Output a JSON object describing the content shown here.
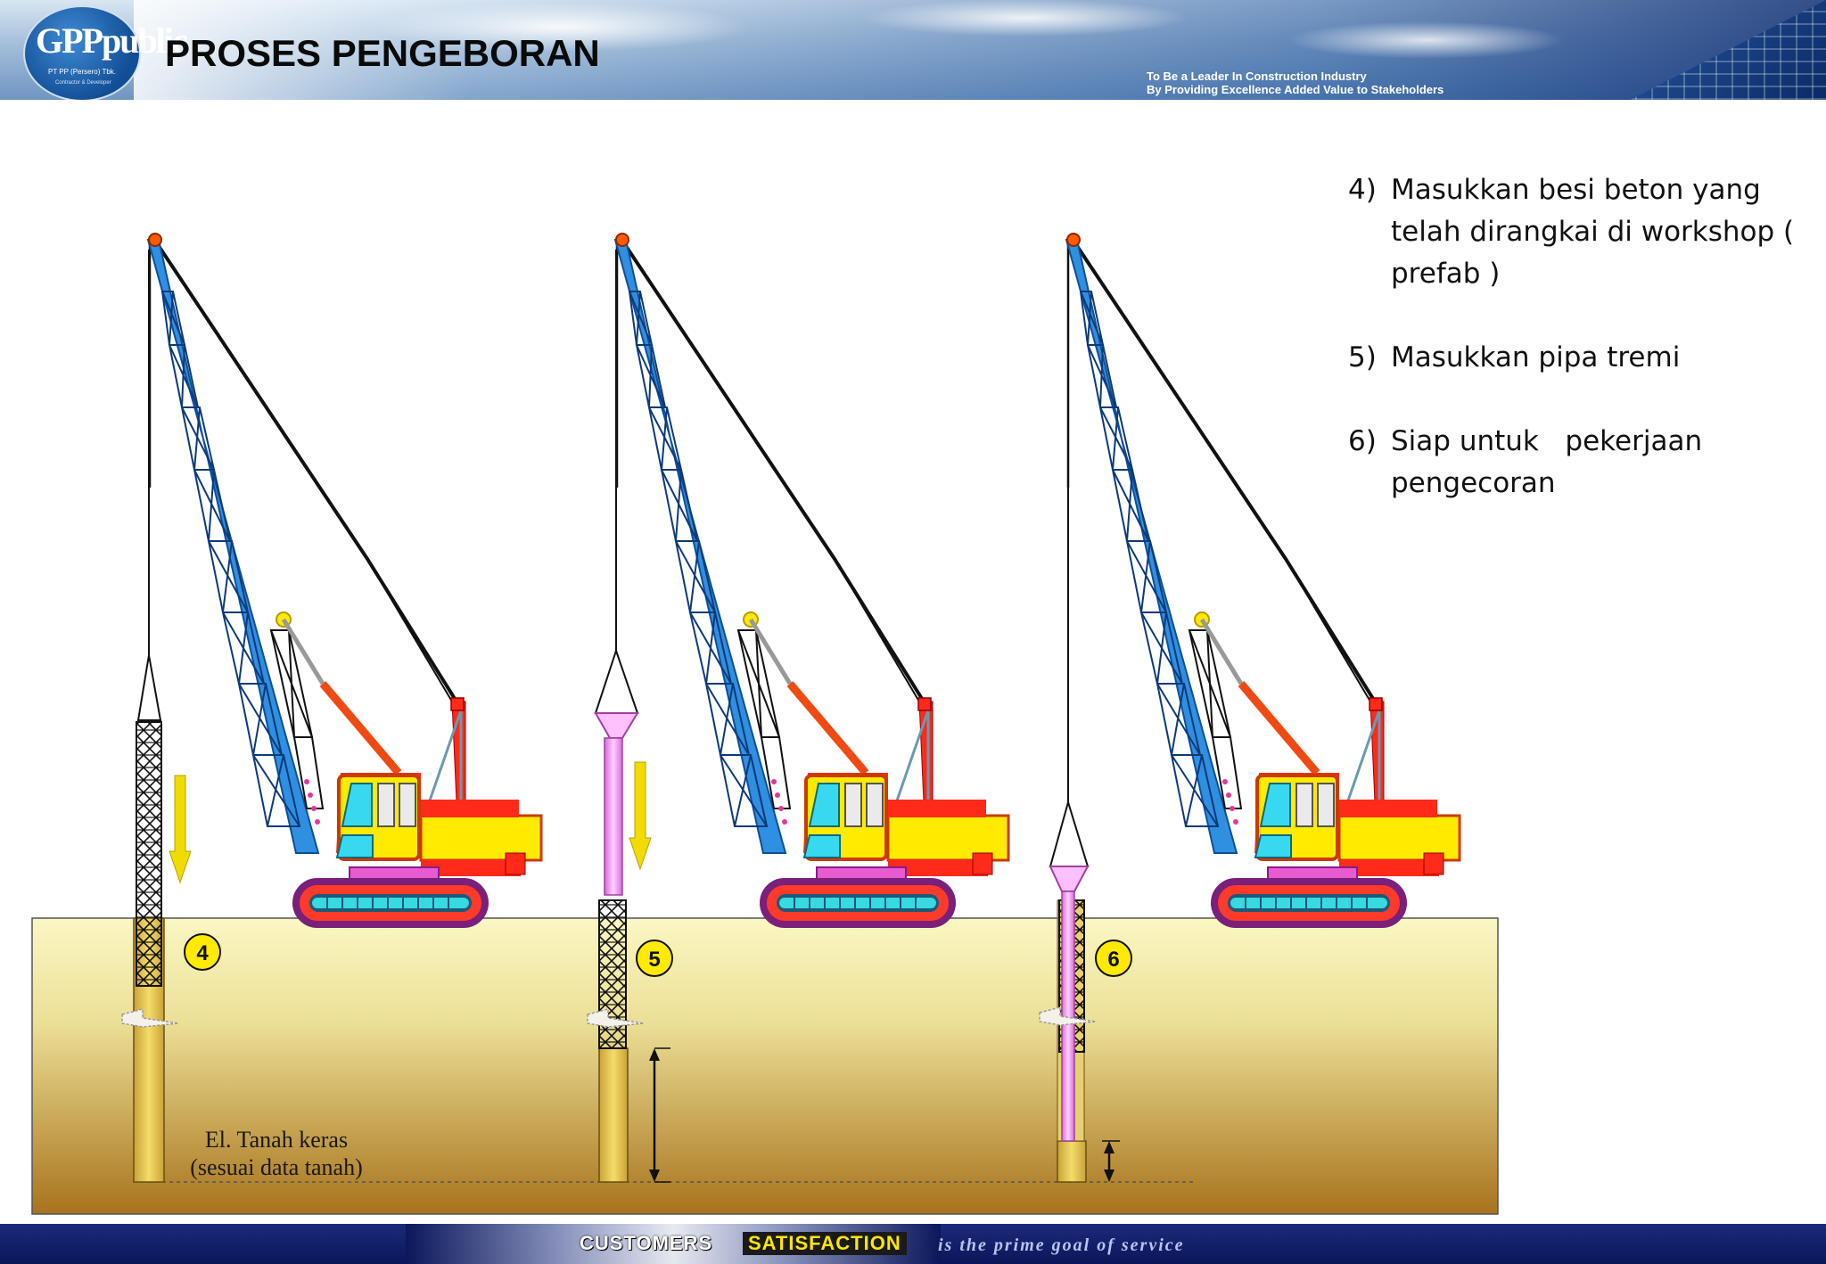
{
  "header": {
    "title": "PROSES PENGEBORAN",
    "logo": {
      "line1": "GPPpublic",
      "line2": "PT PP (Persero) Tbk.",
      "line3": "Contractor & Developer"
    },
    "tagline": [
      "To Be a Leader In Construction Industry",
      "By Providing Excellence Added Value to Stakeholders"
    ]
  },
  "steps": [
    {
      "num": "4)",
      "text": "Masukkan besi beton yang telah dirangkai di workshop ( prefab )"
    },
    {
      "num": "5)",
      "text": "Masukkan pipa tremi"
    },
    {
      "num": "6)",
      "text": "Siap untuk   pekerjaan pengecoran"
    }
  ],
  "diagram": {
    "badges": [
      "4",
      "5",
      "6"
    ],
    "annotation": [
      "El. Tanah keras",
      "(sesuai data tanah)"
    ]
  },
  "footer": {
    "customers": "CUSTOMERS",
    "satisfaction": "SATISFACTION",
    "goal": "is the prime goal of service"
  },
  "colors": {
    "boom": "#2f8fe0",
    "cab": "#ffea00",
    "track": "#7a1f7a",
    "ground_top": "#fbf7c4",
    "ground_bottom": "#a8731c",
    "header_dark": "#0b2a66"
  }
}
